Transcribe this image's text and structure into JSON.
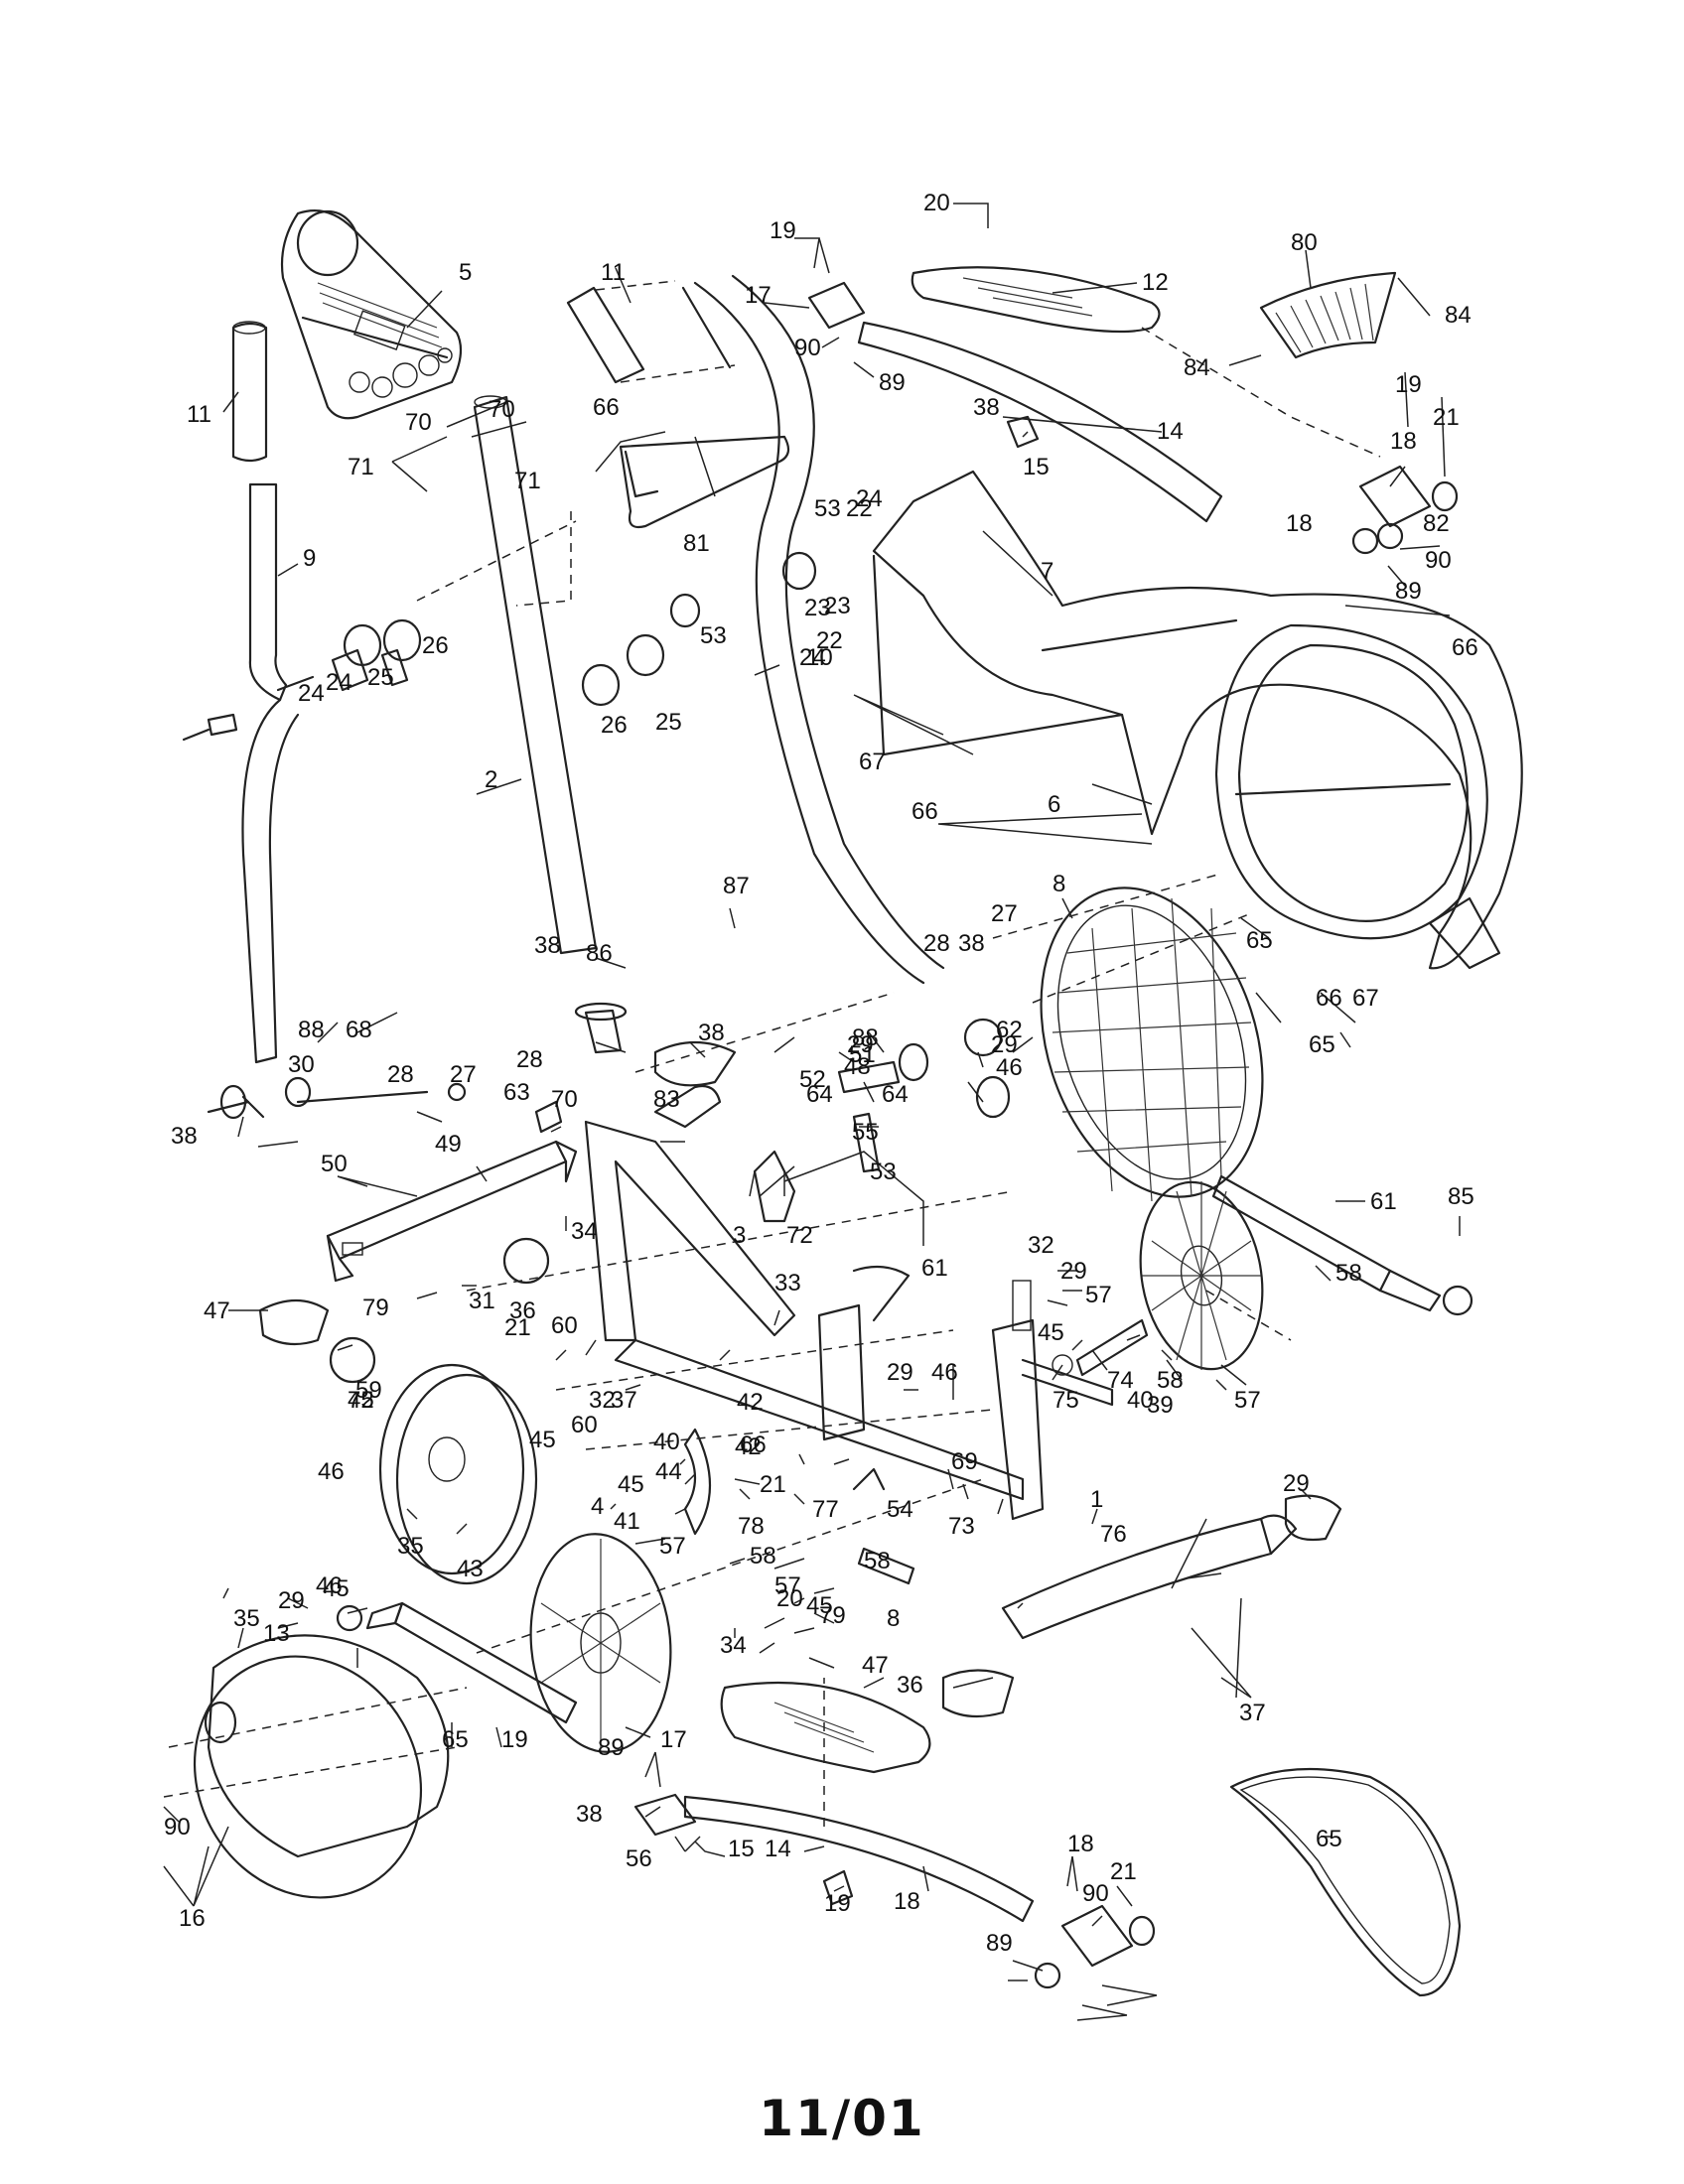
{
  "footer": {
    "code": "11/01"
  },
  "callouts": [
    {
      "id": "c20a",
      "text": "20"
    },
    {
      "id": "c19a",
      "text": "19"
    },
    {
      "id": "c17a",
      "text": "17"
    },
    {
      "id": "c90a",
      "text": "90"
    },
    {
      "id": "c89a",
      "text": "89"
    },
    {
      "id": "c12",
      "text": "12"
    },
    {
      "id": "c80",
      "text": "80"
    },
    {
      "id": "c84a",
      "text": "84"
    },
    {
      "id": "c84b",
      "text": "84"
    },
    {
      "id": "c5",
      "text": "5"
    },
    {
      "id": "c11a",
      "text": "11"
    },
    {
      "id": "c11b",
      "text": "11"
    },
    {
      "id": "c70a",
      "text": "70"
    },
    {
      "id": "c70b",
      "text": "70"
    },
    {
      "id": "c71a",
      "text": "71"
    },
    {
      "id": "c71b",
      "text": "71"
    },
    {
      "id": "c66a",
      "text": "66"
    },
    {
      "id": "c81",
      "text": "81"
    },
    {
      "id": "c38a",
      "text": "38"
    },
    {
      "id": "c14a",
      "text": "14"
    },
    {
      "id": "c15a",
      "text": "15"
    },
    {
      "id": "c19b",
      "text": "19"
    },
    {
      "id": "c21a",
      "text": "21"
    },
    {
      "id": "c18a",
      "text": "18"
    },
    {
      "id": "c82",
      "text": "82"
    },
    {
      "id": "c18b",
      "text": "18"
    },
    {
      "id": "c90b",
      "text": "90"
    },
    {
      "id": "c89b",
      "text": "89"
    },
    {
      "id": "c9",
      "text": "9"
    },
    {
      "id": "c53a",
      "text": "53"
    },
    {
      "id": "c22a",
      "text": "22"
    },
    {
      "id": "c23a",
      "text": "23"
    },
    {
      "id": "c7",
      "text": "7"
    },
    {
      "id": "c66b",
      "text": "66"
    },
    {
      "id": "c25a",
      "text": "25"
    },
    {
      "id": "c26a",
      "text": "26"
    },
    {
      "id": "c24a",
      "text": "24"
    },
    {
      "id": "c23b",
      "text": "23"
    },
    {
      "id": "c24b",
      "text": "24"
    },
    {
      "id": "c22b",
      "text": "22"
    },
    {
      "id": "c53b",
      "text": "53"
    },
    {
      "id": "c24c",
      "text": "24"
    },
    {
      "id": "c24d",
      "text": "24"
    },
    {
      "id": "c10",
      "text": "10"
    },
    {
      "id": "c26b",
      "text": "26"
    },
    {
      "id": "c25b",
      "text": "25"
    },
    {
      "id": "c2",
      "text": "2"
    },
    {
      "id": "c67a",
      "text": "67"
    },
    {
      "id": "c6",
      "text": "6"
    },
    {
      "id": "c66c",
      "text": "66"
    },
    {
      "id": "c87",
      "text": "87"
    },
    {
      "id": "c8a",
      "text": "8"
    },
    {
      "id": "c28a",
      "text": "28"
    },
    {
      "id": "c38b",
      "text": "38"
    },
    {
      "id": "c27a",
      "text": "27"
    },
    {
      "id": "c65a",
      "text": "65"
    },
    {
      "id": "c66d",
      "text": "66"
    },
    {
      "id": "c67b",
      "text": "67"
    },
    {
      "id": "c65b",
      "text": "65"
    },
    {
      "id": "c86",
      "text": "86"
    },
    {
      "id": "c38c",
      "text": "38"
    },
    {
      "id": "c88a",
      "text": "88"
    },
    {
      "id": "c30",
      "text": "30"
    },
    {
      "id": "c68",
      "text": "68"
    },
    {
      "id": "c28b",
      "text": "28"
    },
    {
      "id": "c38d",
      "text": "38"
    },
    {
      "id": "c88b",
      "text": "88"
    },
    {
      "id": "c29a",
      "text": "29"
    },
    {
      "id": "c52",
      "text": "52"
    },
    {
      "id": "c29b",
      "text": "29"
    },
    {
      "id": "c62",
      "text": "62"
    },
    {
      "id": "c46a",
      "text": "46"
    },
    {
      "id": "c48",
      "text": "48"
    },
    {
      "id": "c51",
      "text": "51"
    },
    {
      "id": "c38e",
      "text": "38"
    },
    {
      "id": "c28c",
      "text": "28"
    },
    {
      "id": "c27b",
      "text": "27"
    },
    {
      "id": "c63",
      "text": "63"
    },
    {
      "id": "c70c",
      "text": "70"
    },
    {
      "id": "c83",
      "text": "83"
    },
    {
      "id": "c64a",
      "text": "64"
    },
    {
      "id": "c64b",
      "text": "64"
    },
    {
      "id": "c55",
      "text": "55"
    },
    {
      "id": "c53c",
      "text": "53"
    },
    {
      "id": "c50",
      "text": "50"
    },
    {
      "id": "c49",
      "text": "49"
    },
    {
      "id": "c34a",
      "text": "34"
    },
    {
      "id": "c3",
      "text": "3"
    },
    {
      "id": "c72a",
      "text": "72"
    },
    {
      "id": "c61a",
      "text": "61"
    },
    {
      "id": "c61b",
      "text": "61"
    },
    {
      "id": "c85",
      "text": "85"
    },
    {
      "id": "c47a",
      "text": "47"
    },
    {
      "id": "c79a",
      "text": "79"
    },
    {
      "id": "c31",
      "text": "31"
    },
    {
      "id": "c72b",
      "text": "72"
    },
    {
      "id": "c33",
      "text": "33"
    },
    {
      "id": "c32a",
      "text": "32"
    },
    {
      "id": "c29c",
      "text": "29"
    },
    {
      "id": "c57a",
      "text": "57"
    },
    {
      "id": "c45a",
      "text": "45"
    },
    {
      "id": "c58a",
      "text": "58"
    },
    {
      "id": "c21b",
      "text": "21"
    },
    {
      "id": "c36a",
      "text": "36"
    },
    {
      "id": "c60a",
      "text": "60"
    },
    {
      "id": "c74",
      "text": "74"
    },
    {
      "id": "c75",
      "text": "75"
    },
    {
      "id": "c39",
      "text": "39"
    },
    {
      "id": "c40a",
      "text": "40"
    },
    {
      "id": "c58b",
      "text": "58"
    },
    {
      "id": "c57b",
      "text": "57"
    },
    {
      "id": "c45b",
      "text": "45"
    },
    {
      "id": "c37a",
      "text": "37"
    },
    {
      "id": "c32b",
      "text": "32"
    },
    {
      "id": "c29d",
      "text": "29"
    },
    {
      "id": "c46b",
      "text": "46"
    },
    {
      "id": "c60b",
      "text": "60"
    },
    {
      "id": "c59",
      "text": "59"
    },
    {
      "id": "c45c",
      "text": "45"
    },
    {
      "id": "c42a",
      "text": "42"
    },
    {
      "id": "c42b",
      "text": "42"
    },
    {
      "id": "c66e",
      "text": "66"
    },
    {
      "id": "c69",
      "text": "69"
    },
    {
      "id": "c40b",
      "text": "40"
    },
    {
      "id": "c46c",
      "text": "46"
    },
    {
      "id": "c44",
      "text": "44"
    },
    {
      "id": "c54",
      "text": "54"
    },
    {
      "id": "c21c",
      "text": "21"
    },
    {
      "id": "c77",
      "text": "77"
    },
    {
      "id": "c78",
      "text": "78"
    },
    {
      "id": "c73",
      "text": "73"
    },
    {
      "id": "c1",
      "text": "1"
    },
    {
      "id": "c29e",
      "text": "29"
    },
    {
      "id": "c4",
      "text": "4"
    },
    {
      "id": "c35a",
      "text": "35"
    },
    {
      "id": "c43",
      "text": "43"
    },
    {
      "id": "c41",
      "text": "41"
    },
    {
      "id": "c45d",
      "text": "45"
    },
    {
      "id": "c57c",
      "text": "57"
    },
    {
      "id": "c58c",
      "text": "58"
    },
    {
      "id": "c76",
      "text": "76"
    },
    {
      "id": "c29f",
      "text": "29"
    },
    {
      "id": "c46d",
      "text": "46"
    },
    {
      "id": "c45e",
      "text": "45"
    },
    {
      "id": "c58d",
      "text": "58"
    },
    {
      "id": "c57d",
      "text": "57"
    },
    {
      "id": "c20b",
      "text": "20"
    },
    {
      "id": "c79b",
      "text": "79"
    },
    {
      "id": "c8b",
      "text": "8"
    },
    {
      "id": "c45f",
      "text": "45"
    },
    {
      "id": "c13",
      "text": "13"
    },
    {
      "id": "c35b",
      "text": "35"
    },
    {
      "id": "c34b",
      "text": "34"
    },
    {
      "id": "c47b",
      "text": "47"
    },
    {
      "id": "c36b",
      "text": "36"
    },
    {
      "id": "c37b",
      "text": "37"
    },
    {
      "id": "c65c",
      "text": "65"
    },
    {
      "id": "c19c",
      "text": "19"
    },
    {
      "id": "c17b",
      "text": "17"
    },
    {
      "id": "c90c",
      "text": "90"
    },
    {
      "id": "c89c",
      "text": "89"
    },
    {
      "id": "c38f",
      "text": "38"
    },
    {
      "id": "c56",
      "text": "56"
    },
    {
      "id": "c15b",
      "text": "15"
    },
    {
      "id": "c14b",
      "text": "14"
    },
    {
      "id": "c65d",
      "text": "65"
    },
    {
      "id": "c19d",
      "text": "19"
    },
    {
      "id": "c18c",
      "text": "18"
    },
    {
      "id": "c16",
      "text": "16"
    },
    {
      "id": "c18d",
      "text": "18"
    },
    {
      "id": "c21d",
      "text": "21"
    },
    {
      "id": "c90d",
      "text": "90"
    },
    {
      "id": "c89d",
      "text": "89"
    }
  ]
}
